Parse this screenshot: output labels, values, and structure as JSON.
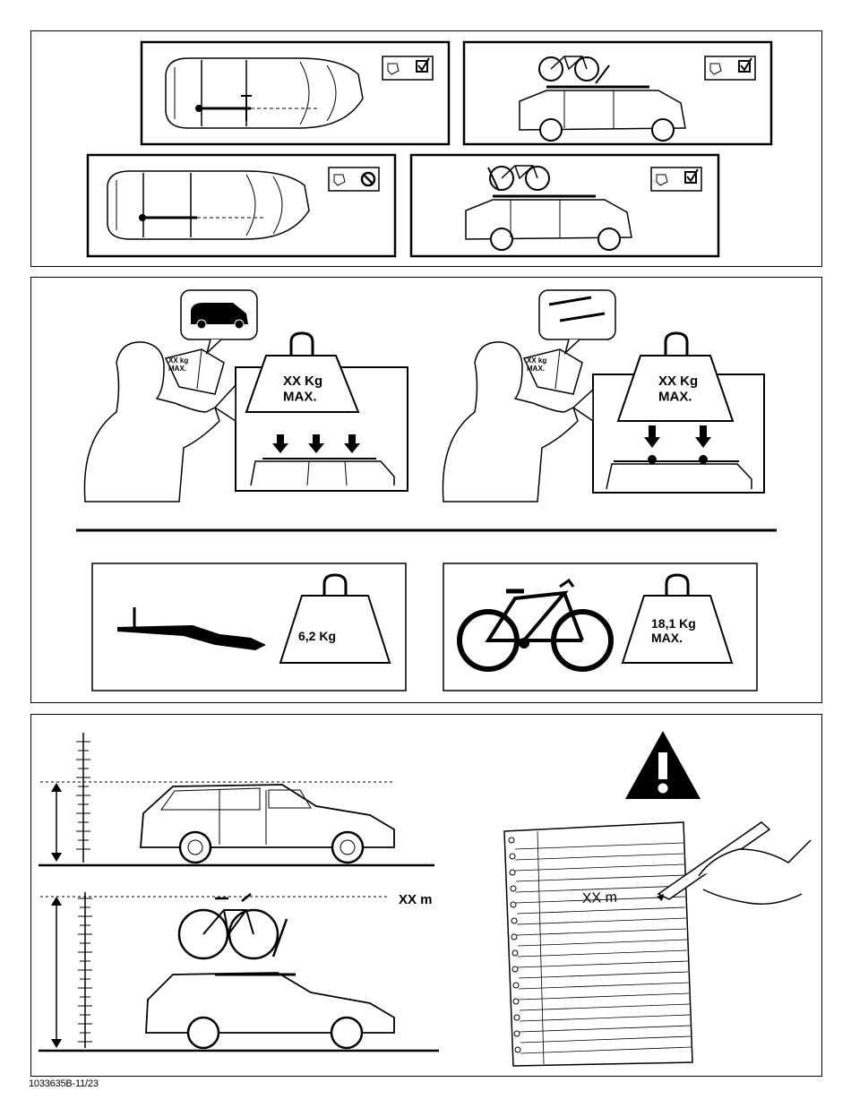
{
  "panel2": {
    "weight_car_label": "XX Kg\nMAX.",
    "book_label_left": "XX kg\nMAX.",
    "weight_bars_label": "XX Kg\nMAX.",
    "book_label_right": "XX kg\nMAX.",
    "carrier_weight": "6,2 Kg",
    "bike_weight": "18,1 Kg\nMAX."
  },
  "panel3": {
    "height_label": "XX m",
    "notepad_text": "XX m"
  },
  "footer": {
    "doc_code": "1033635B-11/23"
  }
}
